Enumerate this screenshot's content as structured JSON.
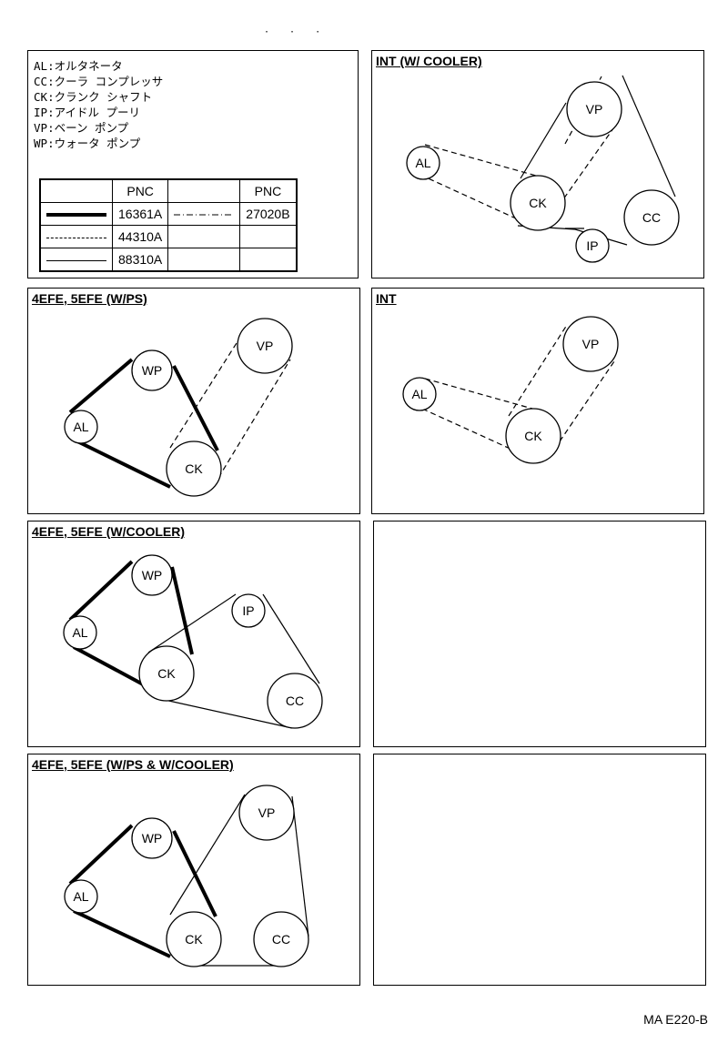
{
  "legend": {
    "items": [
      {
        "code": "AL",
        "desc": "オルタネータ"
      },
      {
        "code": "CC",
        "desc": "クーラ コンプレッサ"
      },
      {
        "code": "CK",
        "desc": "クランク シャフト"
      },
      {
        "code": "IP",
        "desc": "アイドル プーリ"
      },
      {
        "code": "VP",
        "desc": "ベーン ポンプ"
      },
      {
        "code": "WP",
        "desc": "ウォータ ポンプ"
      }
    ],
    "table": {
      "header": "PNC",
      "rows": [
        {
          "line": "thick",
          "pnc": "16361A",
          "line2": "dashdot",
          "pnc2": "27020B"
        },
        {
          "line": "dashed",
          "pnc": "44310A",
          "line2": "",
          "pnc2": ""
        },
        {
          "line": "thin",
          "pnc": "88310A",
          "line2": "",
          "pnc2": ""
        }
      ]
    }
  },
  "panels": {
    "int_cooler": {
      "title": "INT (W/ COOLER)"
    },
    "efe_ps": {
      "title": "4EFE, 5EFE (W/PS)"
    },
    "int": {
      "title": "INT"
    },
    "efe_cooler": {
      "title": "4EFE, 5EFE (W/COOLER)"
    },
    "efe_ps_cooler": {
      "title": "4EFE, 5EFE (W/PS & W/COOLER)"
    }
  },
  "pulley_labels": {
    "AL": "AL",
    "CC": "CC",
    "CK": "CK",
    "IP": "IP",
    "VP": "VP",
    "WP": "WP"
  },
  "footer": {
    "code": "MA E220-B"
  }
}
